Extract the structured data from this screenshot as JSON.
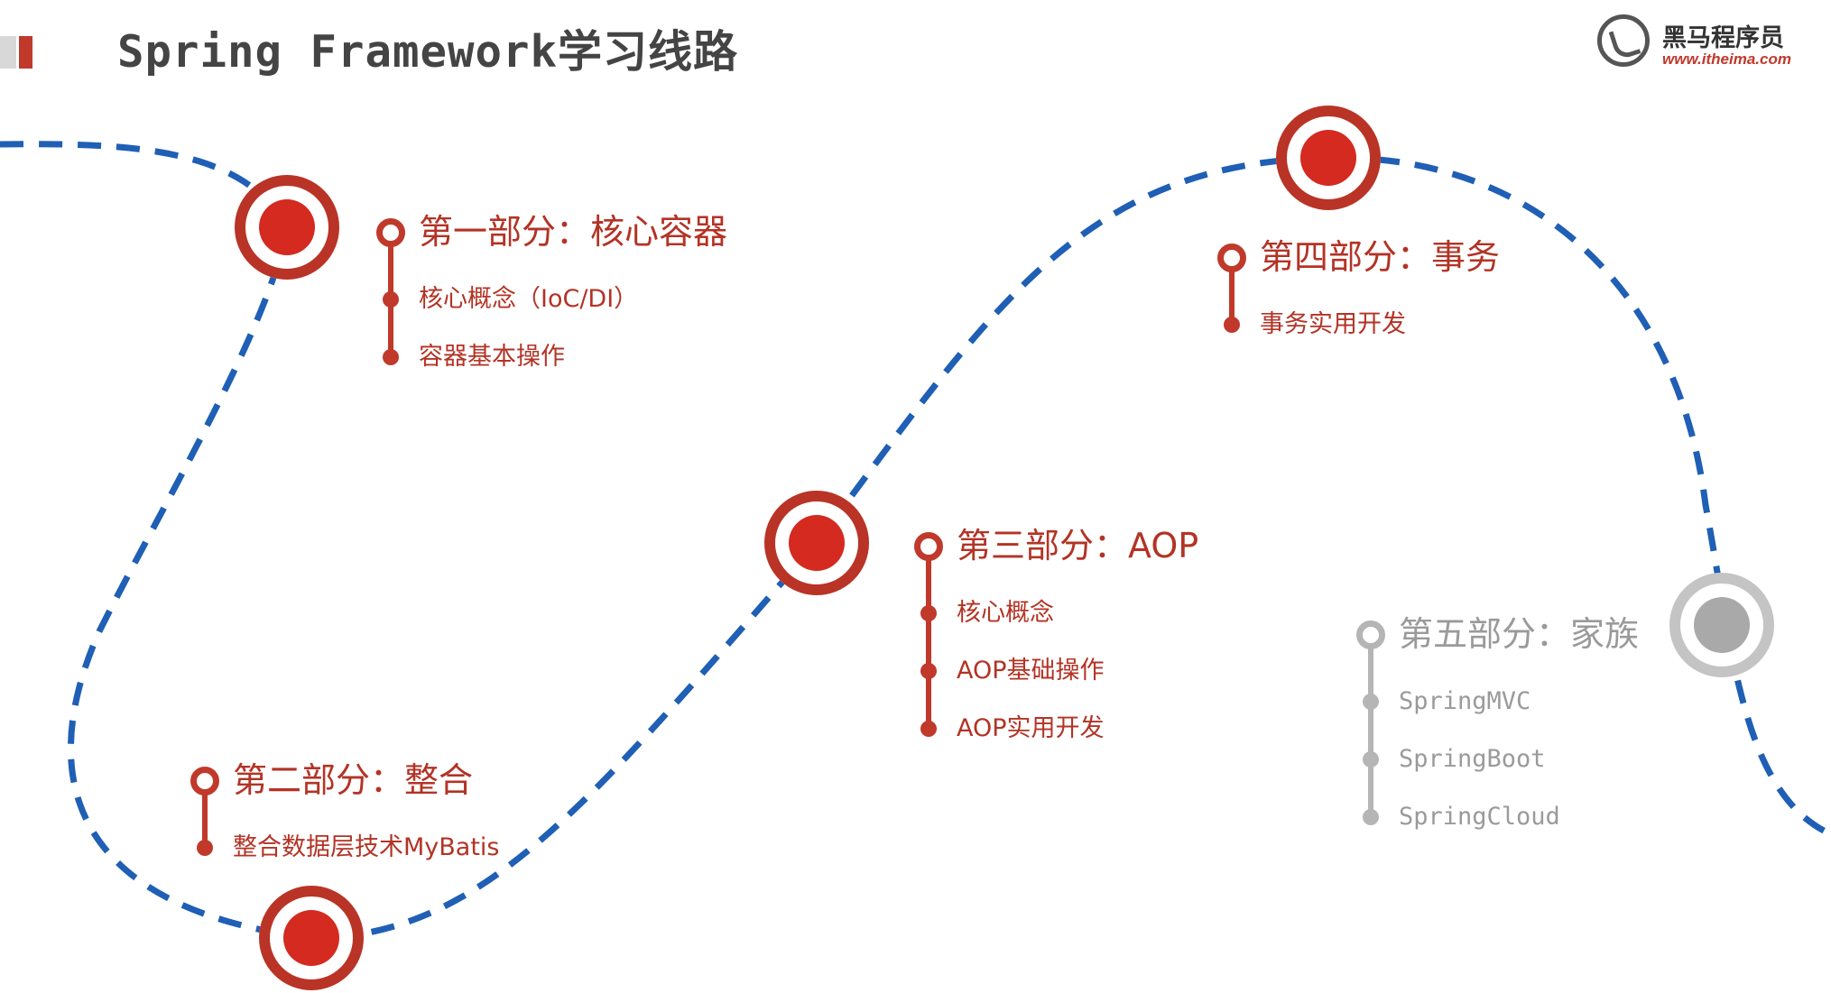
{
  "header": {
    "title": "Spring Framework学习线路"
  },
  "logo": {
    "name": "黑马程序员",
    "url": "www.itheima.com"
  },
  "colors": {
    "accent_red": "#c0392b",
    "path_blue": "#1f5fb5",
    "inactive_gray": "#b5b5b5"
  },
  "sections": [
    {
      "title": "第一部分：核心容器",
      "items": [
        "核心概念（IoC/DI）",
        "容器基本操作"
      ],
      "status": "active"
    },
    {
      "title": "第二部分：整合",
      "items": [
        "整合数据层技术MyBatis"
      ],
      "status": "active"
    },
    {
      "title": "第三部分：AOP",
      "items": [
        "核心概念",
        "AOP基础操作",
        "AOP实用开发"
      ],
      "status": "active"
    },
    {
      "title": "第四部分：事务",
      "items": [
        "事务实用开发"
      ],
      "status": "active"
    },
    {
      "title": "第五部分：家族",
      "items": [
        "SpringMVC",
        "SpringBoot",
        "SpringCloud"
      ],
      "status": "inactive"
    }
  ]
}
